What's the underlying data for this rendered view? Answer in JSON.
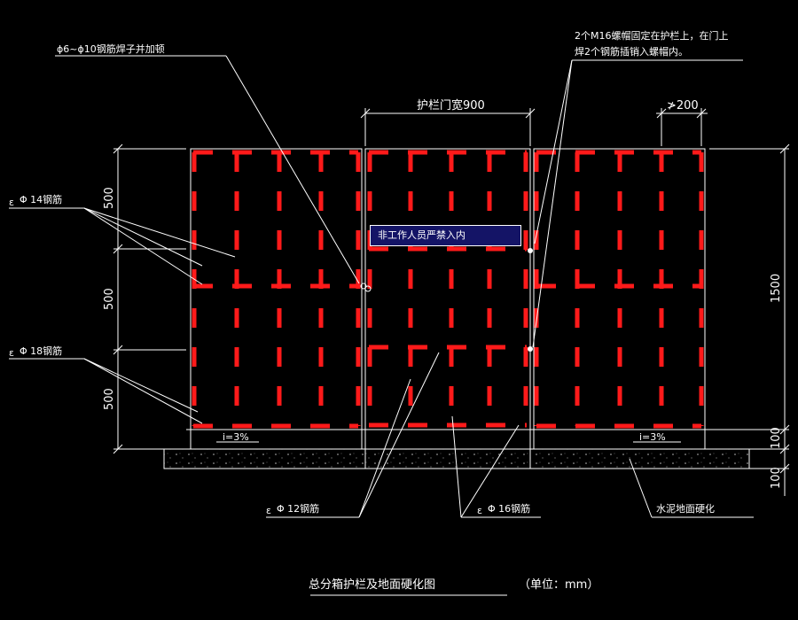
{
  "annotations": {
    "hoop": "ϕ6~ϕ10钢筋焊子并加顿",
    "bolt_line1": "2个M16螺帽固定在护栏上，在门上",
    "bolt_line2": "焊2个钢筋插销入螺帽内。",
    "rebar14": "Φ 14钢筋",
    "rebar18": "Φ 18钢筋",
    "rebar12": "Φ 12钢筋",
    "rebar16": "Φ 16钢筋",
    "concrete": "水泥地面硬化",
    "slope_left": "i=3%",
    "slope_right": "i=3%",
    "sign_text": "非工作人员严禁入内",
    "bar_prefix": "ɛ"
  },
  "dimensions": {
    "gate_width": "护栏门宽900",
    "spacing": "≯200",
    "left_h1": "500",
    "left_h2": "500",
    "left_h3": "500",
    "total_height": "1500",
    "base1": "100",
    "base2": "100"
  },
  "caption": {
    "title": "总分箱护栏及地面硬化图",
    "unit": "（单位：mm）"
  },
  "colors": {
    "background": "#000000",
    "line": "#ffffff",
    "rebar": "#ff1a1a",
    "sign_bg": "#141466"
  }
}
